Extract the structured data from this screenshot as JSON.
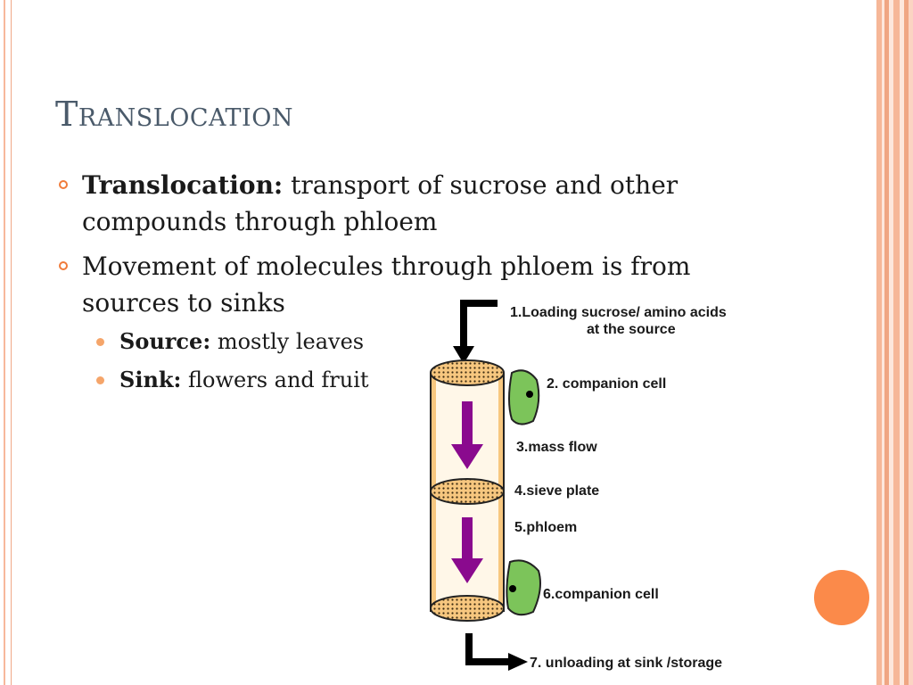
{
  "slide": {
    "title": "Translocation",
    "bullets": [
      {
        "term": "Translocation:",
        "text": " transport of sucrose and other compounds through phloem"
      },
      {
        "text": "Movement of molecules through phloem is from sources to sinks"
      }
    ],
    "sub_bullets": [
      {
        "term": "Source:",
        "text": " mostly leaves"
      },
      {
        "term": "Sink:",
        "text": " flowers and fruit"
      }
    ]
  },
  "diagram": {
    "labels": {
      "loading_line1": "1.Loading sucrose/ amino acids",
      "loading_line2": "at the source",
      "companion1": "2. companion cell",
      "mass_flow": "3.mass flow",
      "sieve_plate": "4.sieve plate",
      "phloem": "5.phloem",
      "companion2": "6.companion cell",
      "unloading": "7. unloading at sink /storage"
    },
    "colors": {
      "tube": "#f7c77f",
      "tube_inner": "#fff7e8",
      "companion_cell": "#7cc45a",
      "flow_arrow": "#8a0a8e"
    }
  },
  "theme": {
    "accent": "#f07b3a",
    "title_color": "#4a5a6a"
  }
}
